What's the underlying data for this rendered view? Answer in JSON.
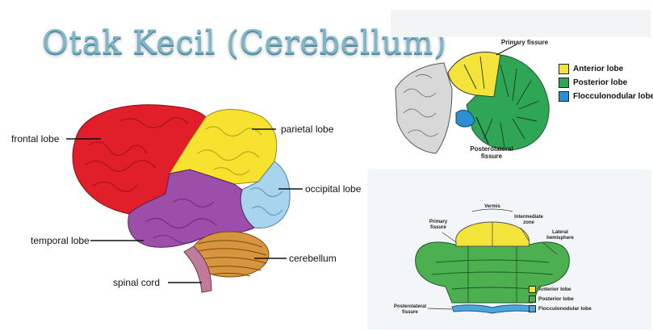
{
  "title": "Otak Kecil (Cerebellum)",
  "brain": {
    "labels": {
      "frontal": "frontal lobe",
      "parietal": "parietal lobe",
      "occipital": "occipital lobe",
      "temporal": "temporal lobe",
      "cerebellum": "cerebellum",
      "spinal": "spinal cord"
    }
  },
  "diagram1": {
    "primary_fissure": "Primary fissure",
    "posterolateral_fissure": "Posterolateral fissure",
    "legend": [
      {
        "label": "Anterior lobe",
        "color": "#f3e33a"
      },
      {
        "label": "Posterior lobe",
        "color": "#2fa655"
      },
      {
        "label": "Flocculonodular lobe",
        "color": "#2b8fd0"
      }
    ]
  },
  "diagram2": {
    "vermis": "Vermis",
    "primary_fissure": "Primary fissure",
    "intermediate_zone": "Intermediate zone",
    "lateral_hemisphere": "Lateral hemisphere",
    "posterolateral_fissure": "Posterolateral fissure",
    "legend": [
      {
        "label": "Anterior lobe",
        "color": "#f3e33a"
      },
      {
        "label": "Posterior lobe",
        "color": "#4caf50"
      },
      {
        "label": "Flocculonodular lobe",
        "color": "#4ea5d9"
      }
    ]
  }
}
